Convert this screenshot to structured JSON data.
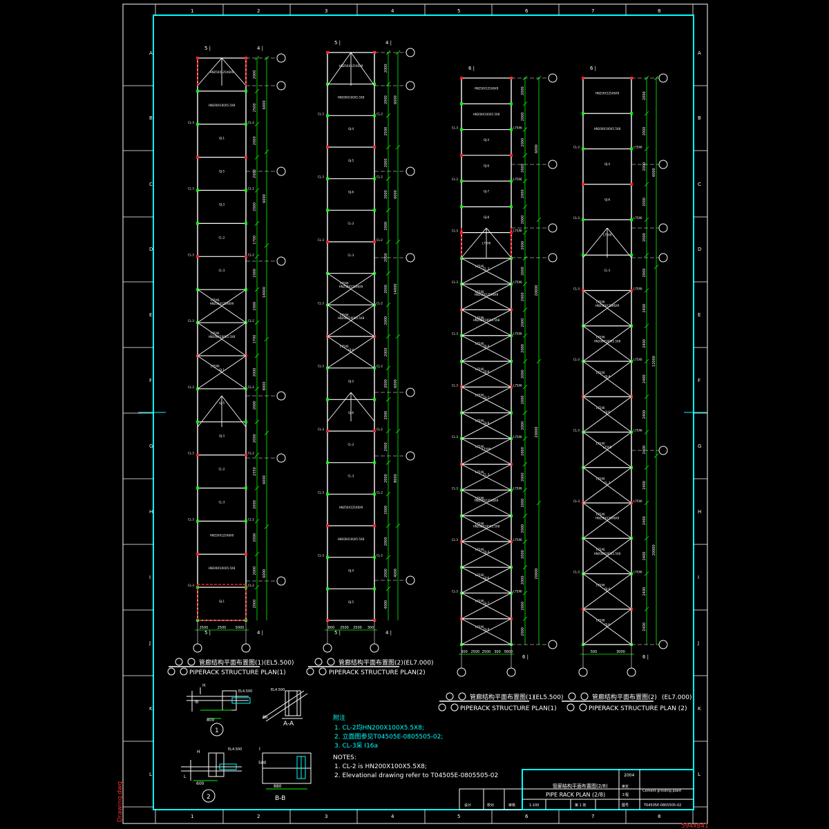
{
  "sheet": {
    "col_labels": [
      "1",
      "2",
      "3",
      "4",
      "5",
      "6",
      "7",
      "8"
    ],
    "row_labels": [
      "A",
      "B",
      "C",
      "D",
      "E",
      "F",
      "G",
      "H",
      "I",
      "J",
      "K",
      "L"
    ],
    "left_stamp": "Drawing.dwg",
    "right_stamp": "594x841"
  },
  "plans": [
    {
      "axis_tags": [
        "5",
        "4",
        "5",
        "4"
      ],
      "bottom_dims": [
        "2500",
        "2500",
        "5000"
      ],
      "span_dims": [
        "2000",
        "2500",
        "2000",
        "2000",
        "2000",
        "1700",
        "2000",
        "2000",
        "1700",
        "2000",
        "2000",
        "2000",
        "2350",
        "2000",
        "2000",
        "2000",
        "2000"
      ],
      "total_dims": [
        "6000",
        "6000",
        "14000",
        "8000",
        "6000",
        "6000"
      ],
      "beam_labels": [
        "HN250X125X6X9",
        "HN200X100X5.5X8",
        "GJ-1",
        "GJ-5",
        "GJ-3",
        "CL-2",
        "CL-3"
      ],
      "caption_cn": "管廊结构平面布置图(1)",
      "caption_el": "(EL5.500)",
      "caption_en": "PIPERACK STRUCTURE PLAN(1)"
    },
    {
      "axis_tags": [
        "5",
        "4",
        "5",
        "4"
      ],
      "bottom_dims": [
        "800",
        "2500",
        "2500",
        "300"
      ],
      "span_dims": [
        "2000",
        "2000",
        "2500",
        "2000",
        "2000",
        "2000",
        "2000",
        "2000",
        "2000",
        "2000",
        "2000",
        "2000",
        "2000",
        "2000",
        "2000",
        "2000",
        "2000",
        "4000"
      ],
      "total_dims": [
        "6000",
        "6000",
        "14000",
        "6000",
        "8000",
        "4000"
      ],
      "beam_labels": [
        "HN250X125X6X9",
        "HN200X100X5.5X8",
        "GJ-4",
        "GJ-5",
        "GJ-6",
        "CL-2",
        "CL-3"
      ],
      "caption_cn": "管廊结构平面布置图(2)",
      "caption_el": "(EL7.000)",
      "caption_en": "PIPERACK STRUCTURE PLAN(2)"
    },
    {
      "axis_tags": [
        "6",
        "6"
      ],
      "bottom_dims": [
        "300",
        "2500",
        "2500",
        "300",
        "5600"
      ],
      "span_dims": [
        "2000",
        "2000",
        "2000",
        "2000",
        "2000",
        "2000",
        "2000",
        "2000",
        "2000",
        "2000",
        "2000",
        "2000",
        "2000",
        "2000",
        "2000",
        "2000",
        "2000",
        "2000",
        "2000",
        "2000",
        "2000",
        "2000"
      ],
      "total_dims": [
        "6000",
        "20000",
        "20000",
        "20000"
      ],
      "beam_labels": [
        "HN250X125X6X9",
        "HN200X100X5.5X8",
        "GJ-4",
        "GJ-6",
        "GJ-7",
        "GJ-8",
        "L75X6",
        "CL-3"
      ],
      "caption_cn": "管廊结构平面布置图(1)",
      "caption_el": "(EL5.500)",
      "caption_en": "PIPERACK STRUCTURE PLAN(1)"
    },
    {
      "axis_tags": [
        "6",
        "6"
      ],
      "bottom_dims": [
        "500",
        "3000"
      ],
      "span_dims": [
        "2000",
        "2000",
        "2000",
        "2000",
        "2000",
        "2000",
        "2400",
        "2400",
        "2400",
        "2400",
        "2400",
        "2400",
        "2400",
        "2400",
        "2400",
        "2400"
      ],
      "total_dims": [
        "6000",
        "12000",
        "20000"
      ],
      "beam_labels": [
        "HN250X125X6X9",
        "HN200X100X5.5X8",
        "GJ-4",
        "GJ-6",
        "L75X6",
        "CL-3"
      ],
      "caption_cn": "管廊结构平面布置图(2)",
      "caption_el": "(EL7.000)",
      "caption_en": "PIPERACK STRUCTURE PLAN (2)"
    }
  ],
  "details": {
    "d1": {
      "label": "1",
      "dims": [
        "800",
        "EL4.500"
      ],
      "tags": [
        "H",
        "lb",
        "lb"
      ]
    },
    "aa": {
      "label": "A-A",
      "dims": [
        "EL4.500"
      ],
      "tags": [
        "8b"
      ]
    },
    "d2": {
      "label": "2",
      "dims": [
        "600",
        "EL4.500"
      ],
      "tags": [
        "H",
        "L"
      ]
    },
    "bb": {
      "label": "B-B",
      "dims": [
        "880",
        "500"
      ],
      "tags": [
        "I"
      ]
    }
  },
  "notes_cn": {
    "heading": "附注",
    "lines": [
      "1. CL-2均HN200X100X5.5X8;",
      "2. 立面图参见T04505E-0805505-02;",
      "3. CL-3采 I16a"
    ]
  },
  "notes_en": {
    "heading": "NOTES:",
    "lines": [
      "1. CL-2 is HN200X100X5.5X8;",
      "2. Elevational drawing refer to T04505E-0805505-02"
    ]
  },
  "title_block": {
    "title_cn": "管廊结构平面布置图(2/8)",
    "title_en": "PIPE RACK PLAN (2/8)",
    "year": "2004",
    "scale": "1:100",
    "sheet": "第 1 张",
    "drawing_no": "T04505E-0805505-02",
    "project": "Cement grinding plant",
    "cells": [
      "设计",
      "校对",
      "审核",
      "审定",
      "工程",
      "图号"
    ]
  },
  "colors": {
    "frame": "#00ffff",
    "structure": "#ffffff",
    "dimension": "#00ff00",
    "highlight": "#ff2020",
    "hatch_text": "#00ffff",
    "notes": "#00ffff"
  }
}
